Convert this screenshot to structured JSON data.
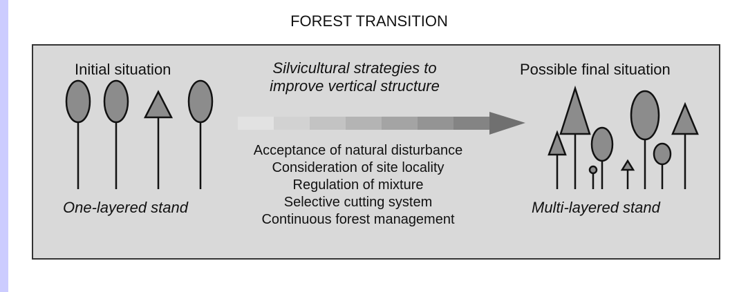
{
  "title": "FOREST TRANSITION",
  "left": {
    "heading": "Initial situation",
    "caption": "One-layered stand"
  },
  "middle": {
    "heading_line1": "Silvicultural strategies to",
    "heading_line2": "improve vertical structure",
    "strategies": [
      "Acceptance of natural disturbance",
      "Consideration of site locality",
      "Regulation of mixture",
      "Selective cutting system",
      "Continuous forest management"
    ]
  },
  "right": {
    "heading": "Possible final situation",
    "caption": "Multi-layered stand"
  },
  "colors": {
    "background_accent": "#ccccff",
    "frame_fill": "#d9d9d9",
    "tree_fill": "#8c8c8c",
    "arrow_start": "#dcdcdc",
    "arrow_end": "#707070"
  }
}
